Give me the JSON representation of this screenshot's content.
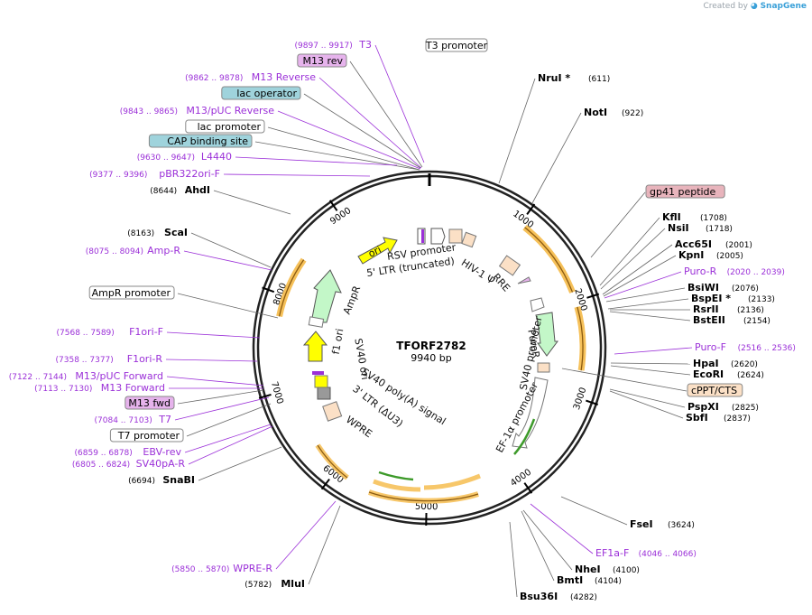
{
  "watermark": {
    "prefix": "Created by",
    "brand": "SnapGene"
  },
  "plasmid": {
    "name": "TFORF2782",
    "size": "9940 bp"
  },
  "ticks": [
    "1000",
    "2000",
    "3000",
    "4000",
    "5000",
    "6000",
    "7000",
    "8000",
    "9000"
  ],
  "right_labels": [
    {
      "id": "nrui",
      "kind": "enzyme",
      "name": "NruI *",
      "pos": "(611)"
    },
    {
      "id": "noti",
      "kind": "enzyme",
      "name": "NotI",
      "pos": "(922)"
    },
    {
      "id": "gp41",
      "kind": "box",
      "name": "gp41 peptide"
    },
    {
      "id": "kfli",
      "kind": "enzyme",
      "name": "KflI",
      "pos": "(1708)"
    },
    {
      "id": "nsii",
      "kind": "enzyme",
      "name": "NsiI",
      "pos": "(1718)"
    },
    {
      "id": "acc65i",
      "kind": "enzyme",
      "name": "Acc65I",
      "pos": "(2001)"
    },
    {
      "id": "kpni",
      "kind": "enzyme",
      "name": "KpnI",
      "pos": "(2005)"
    },
    {
      "id": "puror",
      "kind": "primer",
      "name": "Puro-R",
      "pos": "(2020 .. 2039)"
    },
    {
      "id": "bsiwi",
      "kind": "enzyme",
      "name": "BsiWI",
      "pos": "(2076)"
    },
    {
      "id": "bspei",
      "kind": "enzyme",
      "name": "BspEI *",
      "pos": "(2133)"
    },
    {
      "id": "rsrii",
      "kind": "enzyme",
      "name": "RsrII",
      "pos": "(2136)"
    },
    {
      "id": "bsteii",
      "kind": "enzyme",
      "name": "BstEII",
      "pos": "(2154)"
    },
    {
      "id": "purof",
      "kind": "primer",
      "name": "Puro-F",
      "pos": "(2516 .. 2536)"
    },
    {
      "id": "hpai",
      "kind": "enzyme",
      "name": "HpaI",
      "pos": "(2620)"
    },
    {
      "id": "ecori",
      "kind": "enzyme",
      "name": "EcoRI",
      "pos": "(2624)"
    },
    {
      "id": "cppt",
      "kind": "box",
      "name": "cPPT/CTS"
    },
    {
      "id": "pspxi",
      "kind": "enzyme",
      "name": "PspXI",
      "pos": "(2825)"
    },
    {
      "id": "sbfi",
      "kind": "enzyme",
      "name": "SbfI",
      "pos": "(2837)"
    },
    {
      "id": "fsei",
      "kind": "enzyme",
      "name": "FseI",
      "pos": "(3624)"
    },
    {
      "id": "ef1af",
      "kind": "primer",
      "name": "EF1a-F",
      "pos": "(4046 .. 4066)"
    },
    {
      "id": "nhei",
      "kind": "enzyme",
      "name": "NheI",
      "pos": "(4100)"
    },
    {
      "id": "bmti",
      "kind": "enzyme",
      "name": "BmtI",
      "pos": "(4104)"
    },
    {
      "id": "bsu36i",
      "kind": "enzyme",
      "name": "Bsu36I",
      "pos": "(4282)"
    }
  ],
  "left_labels": [
    {
      "id": "t3",
      "kind": "primer",
      "name": "T3",
      "pos": "(9897 .. 9917)"
    },
    {
      "id": "m13rev",
      "kind": "box",
      "name": "M13 rev"
    },
    {
      "id": "m13reverse",
      "kind": "primer",
      "name": "M13 Reverse",
      "pos": "(9862 .. 9878)"
    },
    {
      "id": "lacop",
      "kind": "box",
      "name": "lac operator"
    },
    {
      "id": "m13pucrev",
      "kind": "primer",
      "name": "M13/pUC Reverse",
      "pos": "(9843 .. 9865)"
    },
    {
      "id": "lacprom",
      "kind": "box",
      "name": "lac promoter"
    },
    {
      "id": "cap",
      "kind": "box",
      "name": "CAP binding site"
    },
    {
      "id": "l4440",
      "kind": "primer",
      "name": "L4440",
      "pos": "(9630 .. 9647)"
    },
    {
      "id": "pbr322",
      "kind": "primer",
      "name": "pBR322ori-F",
      "pos": "(9377 .. 9396)"
    },
    {
      "id": "ahdi",
      "kind": "enzyme",
      "name": "AhdI",
      "pos": "(8644)"
    },
    {
      "id": "scai",
      "kind": "enzyme",
      "name": "ScaI",
      "pos": "(8163)"
    },
    {
      "id": "ampr",
      "kind": "primer",
      "name": "Amp-R",
      "pos": "(8075 .. 8094)"
    },
    {
      "id": "amprom",
      "kind": "box",
      "name": "AmpR promoter"
    },
    {
      "id": "f1orif",
      "kind": "primer",
      "name": "F1ori-F",
      "pos": "(7568 .. 7589)"
    },
    {
      "id": "f1orir",
      "kind": "primer",
      "name": "F1ori-R",
      "pos": "(7358 .. 7377)"
    },
    {
      "id": "m13pucfwd",
      "kind": "primer",
      "name": "M13/pUC Forward",
      "pos": "(7122 .. 7144)"
    },
    {
      "id": "m13forward",
      "kind": "primer",
      "name": "M13 Forward",
      "pos": "(7113 .. 7130)"
    },
    {
      "id": "m13fwd",
      "kind": "box",
      "name": "M13 fwd"
    },
    {
      "id": "t7",
      "kind": "primer",
      "name": "T7",
      "pos": "(7084 .. 7103)"
    },
    {
      "id": "t7prom",
      "kind": "box",
      "name": "T7 promoter"
    },
    {
      "id": "ebvrev",
      "kind": "primer",
      "name": "EBV-rev",
      "pos": "(6859 .. 6878)"
    },
    {
      "id": "sv40par",
      "kind": "primer",
      "name": "SV40pA-R",
      "pos": "(6805 .. 6824)"
    },
    {
      "id": "snabi",
      "kind": "enzyme",
      "name": "SnaBI",
      "pos": "(6694)"
    },
    {
      "id": "wprer",
      "kind": "primer",
      "name": "WPRE-R",
      "pos": "(5850 .. 5870)"
    },
    {
      "id": "mlui",
      "kind": "enzyme",
      "name": "MluI",
      "pos": "(5782)"
    }
  ],
  "top_box": {
    "name": "T3 promoter"
  },
  "inner_features": {
    "rsv": "RSV promoter",
    "ltr5": "5' LTR (truncated)",
    "hiv": "HIV-1 Ψ",
    "rre": "RRE",
    "puror": "PuroR",
    "sv40prom": "SV40 promoter",
    "ef1a": "EF-1α promoter",
    "wpre": "WPRE",
    "ltr3": "3' LTR (ΔU3)",
    "sv40pa": "SV40 poly(A) signal",
    "sv40ori": "SV40 ori",
    "f1ori": "f1 ori",
    "ampr": "AmpR",
    "ori": "ori"
  },
  "colors": {
    "enzyme": "#000000",
    "primer": "#9b30d8",
    "box_magenta": "#e6b3ec",
    "box_teal": "#9fd3dc",
    "box_pink": "#e8b4bc",
    "box_orange": "#fbe0c6",
    "orange_arc": "#f6c15a",
    "green_arrow": "#c3f7c8",
    "yellow_arrow": "#ffff00"
  }
}
